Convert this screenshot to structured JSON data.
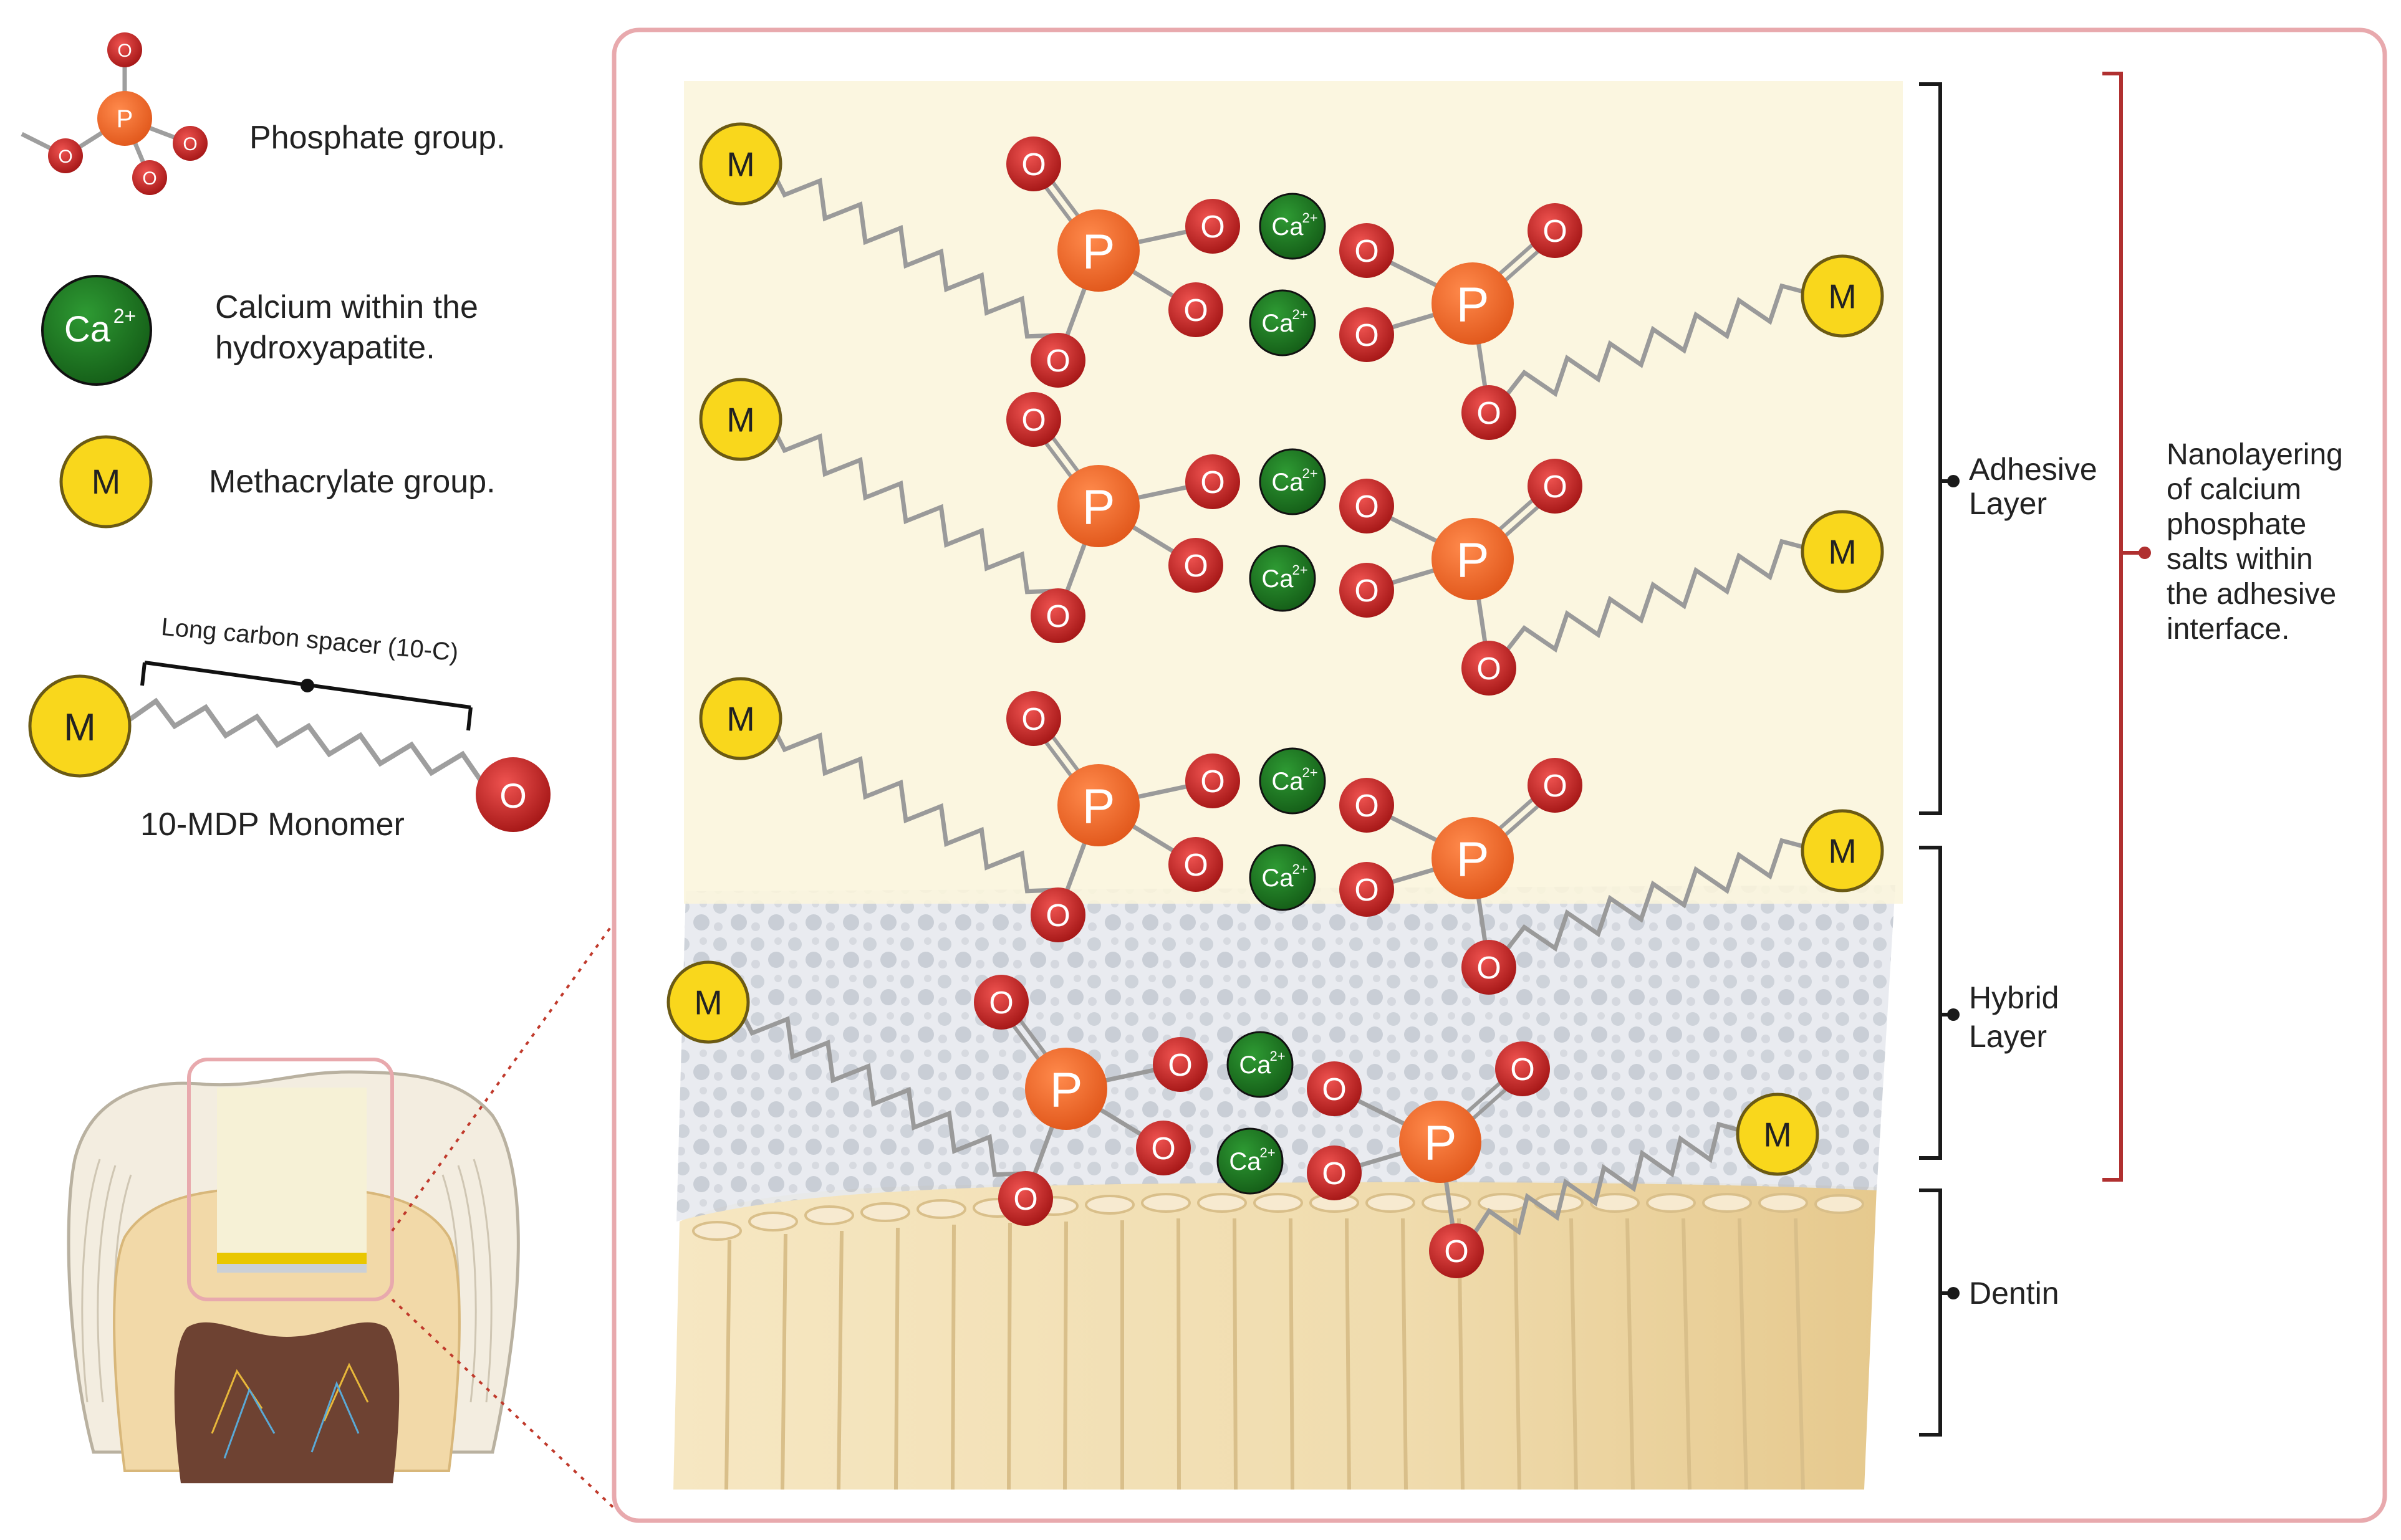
{
  "legend": {
    "phosphate": "Phosphate group.",
    "calcium_line1": "Calcium within the",
    "calcium_line2": "hydroxyapatite.",
    "methacrylate": "Methacrylate group.",
    "spacer": "Long carbon spacer (10-C)",
    "monomer": "10-MDP Monomer"
  },
  "atoms": {
    "oxygen": "O",
    "phosphorus": "P",
    "methacrylate": "M",
    "calcium": "Ca",
    "calcium_charge": "2+"
  },
  "layers": {
    "adhesive_line1": "Adhesive",
    "adhesive_line2": "Layer",
    "hybrid_line1": "Hybrid",
    "hybrid_line2": "Layer",
    "dentin": "Dentin"
  },
  "note": {
    "line1": "Nanolayering",
    "line2": "of calcium",
    "line3": "phosphate",
    "line4": "salts within",
    "line5": "the adhesive",
    "line6": "interface."
  },
  "colors": {
    "oxygen": "#c62828",
    "phosphorus": "#ef6c2b",
    "calcium": "#1b7a1e",
    "methacrylate": "#f9d71c",
    "panel_border": "#e8a9ad",
    "bracket_accent": "#b03030",
    "adhesive_tint": "#fbf5dc",
    "dentin": "#f1dfb5"
  }
}
